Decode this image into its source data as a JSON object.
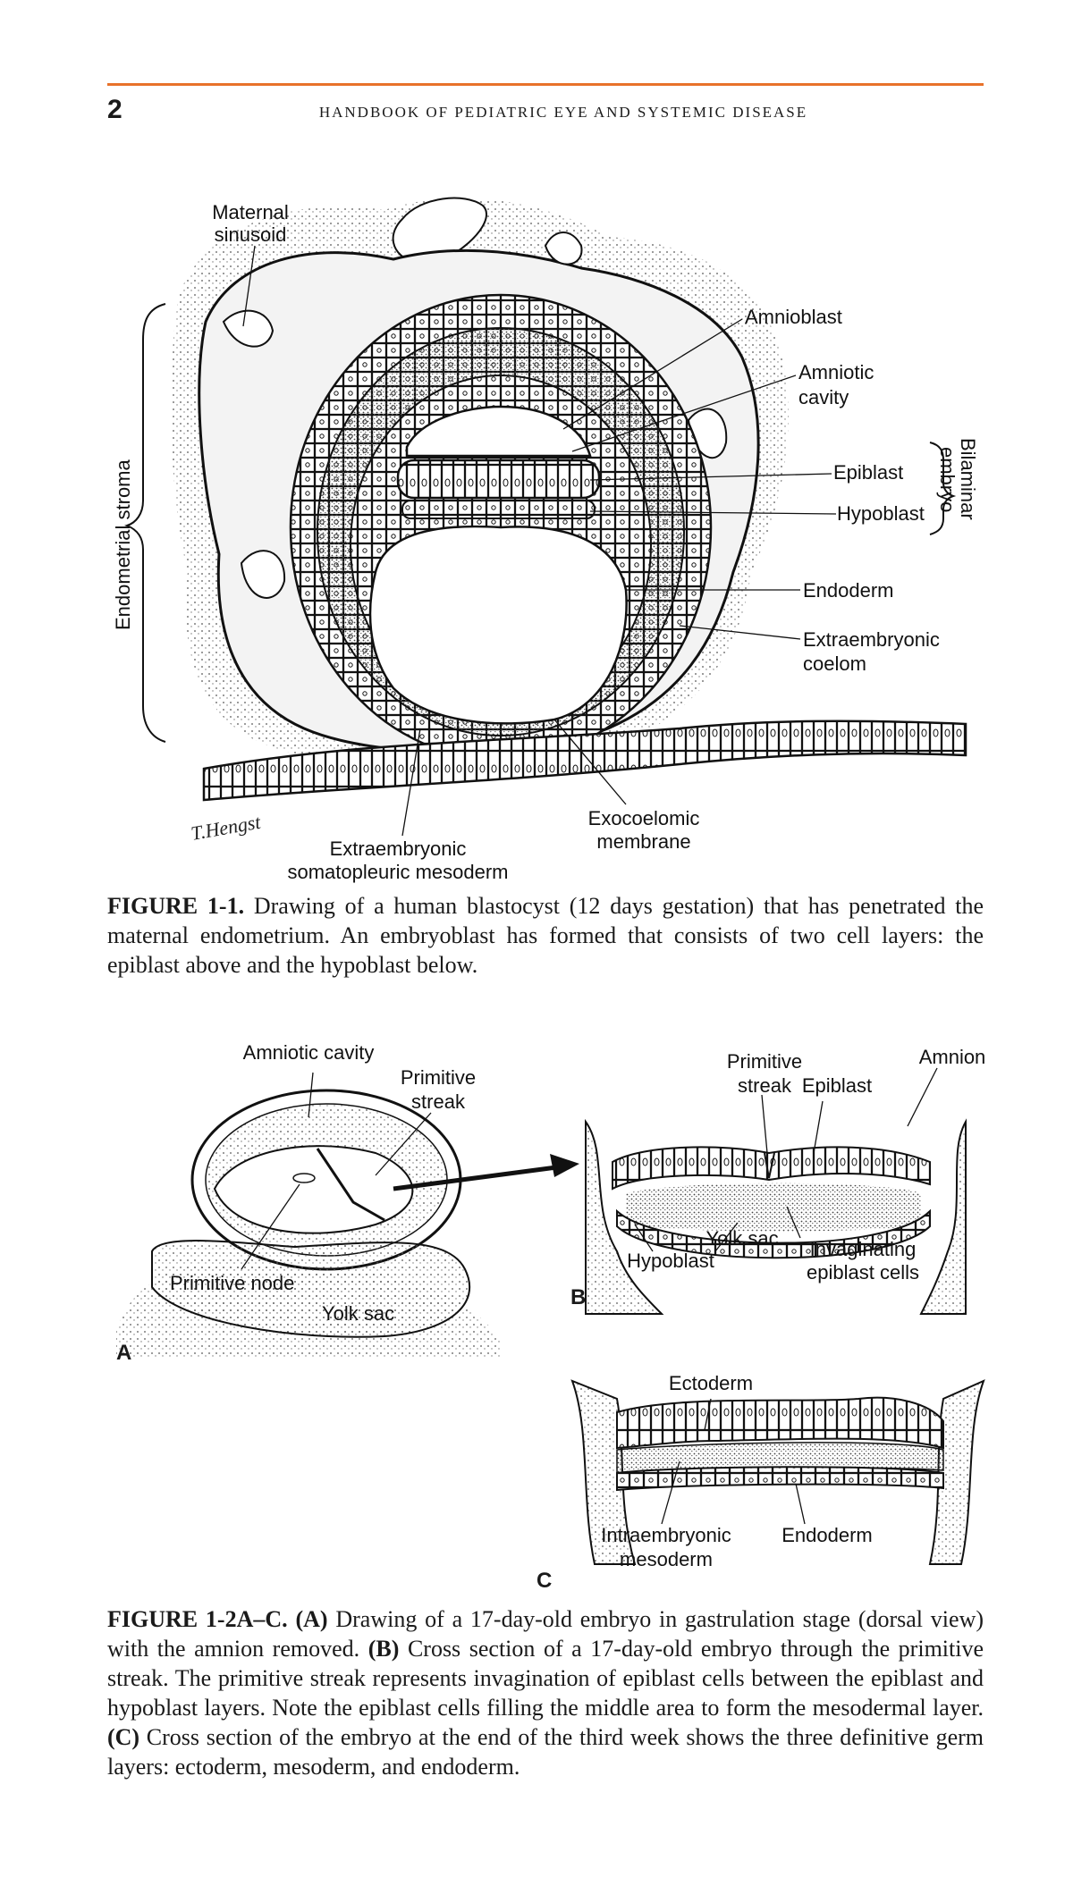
{
  "header": {
    "page_number": "2",
    "running_head": "HANDBOOK OF PEDIATRIC EYE AND SYSTEMIC DISEASE"
  },
  "figure1": {
    "labels": {
      "maternal_sinusoid_1": "Maternal",
      "maternal_sinusoid_2": "sinusoid",
      "endometrial_stroma": "Endometrial stroma",
      "amnioblast": "Amnioblast",
      "amniotic_cavity_1": "Amniotic",
      "amniotic_cavity_2": "cavity",
      "epiblast": "Epiblast",
      "hypoblast": "Hypoblast",
      "bilaminar_1": "Bilaminar",
      "bilaminar_2": "embryo",
      "endoderm": "Endoderm",
      "extraembryonic_coelom_1": "Extraembryonic",
      "extraembryonic_coelom_2": "coelom",
      "exocoelomic_1": "Exocoelomic",
      "exocoelomic_2": "membrane",
      "somatopleuric_1": "Extraembryonic",
      "somatopleuric_2": "somatopleuric mesoderm",
      "signature": "T.Hengst"
    },
    "caption_label": "FIGURE 1-1.",
    "caption_text": " Drawing of a human blastocyst (12 days gestation) that has penetrated the maternal endometrium. An embryoblast has formed that consists of two cell layers: the epiblast above and the hypoblast below."
  },
  "figure2": {
    "panel_a": {
      "letter": "A",
      "amniotic_cavity": "Amniotic cavity",
      "primitive_streak_1": "Primitive",
      "primitive_streak_2": "streak",
      "primitive_node": "Primitive node",
      "yolk_sac": "Yolk sac"
    },
    "panel_b": {
      "letter": "B",
      "primitive_streak_1": "Primitive",
      "primitive_streak_2": "streak",
      "epiblast": "Epiblast",
      "amnion": "Amnion",
      "yolk_sac": "Yolk sac",
      "hypoblast": "Hypoblast",
      "invaginating_1": "Invaginating",
      "invaginating_2": "epiblast cells"
    },
    "panel_c": {
      "letter": "C",
      "ectoderm": "Ectoderm",
      "intraembryonic_1": "Intraembryonic",
      "intraembryonic_2": "mesoderm",
      "endoderm": "Endoderm"
    },
    "caption_label": "FIGURE 1-2A–C.",
    "caption_a_label": "(A)",
    "caption_a_text": " Drawing of a 17-day-old embryo in gastrulation stage (dorsal view) with the amnion removed. ",
    "caption_b_label": "(B)",
    "caption_b_text": " Cross section of a 17-day-old embryo through the primitive streak. The primitive streak represents invagination of epiblast cells between the epiblast and hypoblast layers. Note the epiblast cells filling the middle area to form the mesodermal layer. ",
    "caption_c_label": "(C)",
    "caption_c_text": " Cross section of the embryo at the end of the third week shows the three definitive germ layers: ectoderm, mesoderm, and endoderm."
  },
  "colors": {
    "accent_rule": "#e8722a",
    "ink": "#1a1a1a",
    "stipple": "#bdbdbd"
  }
}
